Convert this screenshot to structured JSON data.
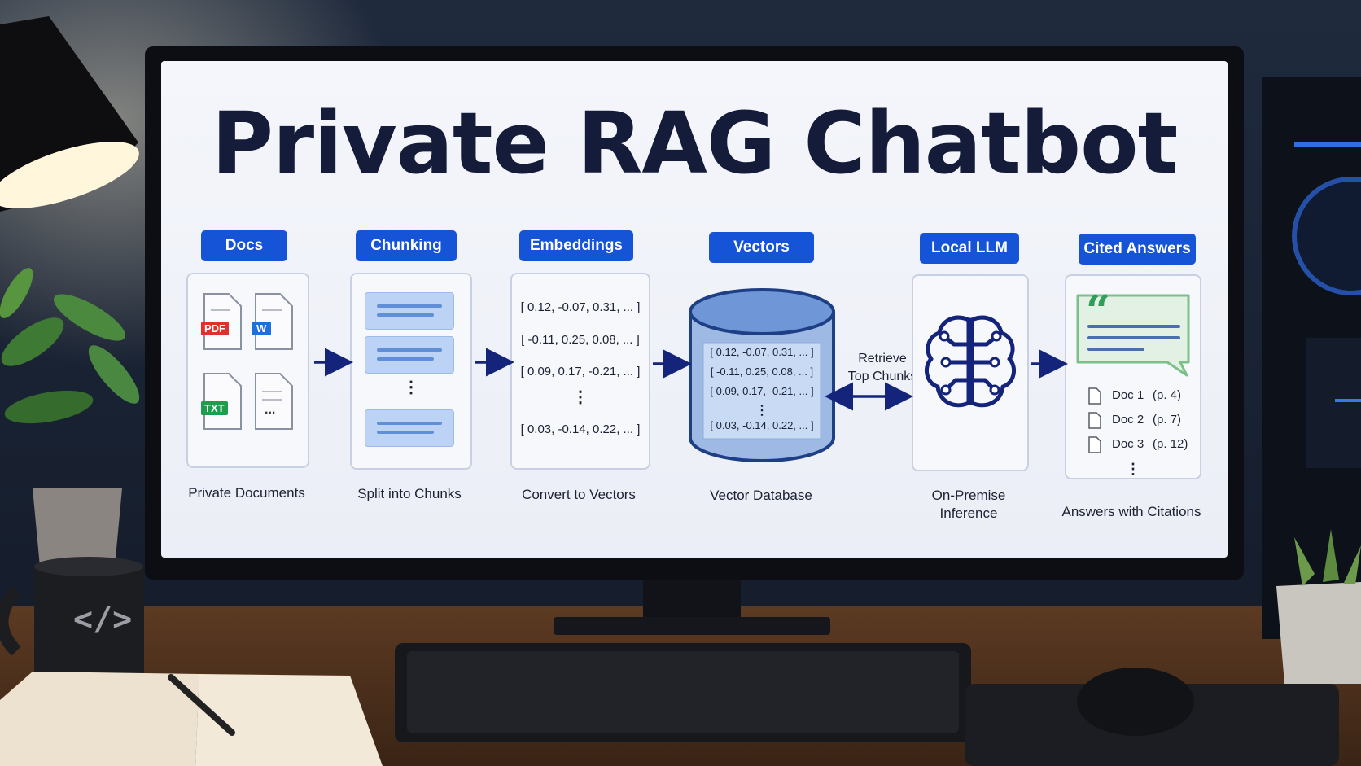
{
  "title": "Private RAG Chatbot",
  "stages": [
    {
      "label": "Docs",
      "caption": "Private Documents"
    },
    {
      "label": "Chunking",
      "caption": "Split into Chunks"
    },
    {
      "label": "Embeddings",
      "caption": "Convert to Vectors"
    },
    {
      "label": "Vectors",
      "caption": "Vector Database"
    },
    {
      "label": "Local LLM",
      "caption_line1": "On-Premise",
      "caption_line2": "Inference"
    },
    {
      "label": "Cited Answers",
      "caption": "Answers with Citations"
    }
  ],
  "doc_badges": {
    "pdf": "PDF",
    "word": "W",
    "txt": "TXT",
    "more": "..."
  },
  "embeddings": [
    "[ 0.12, -0.07, 0.31, ... ]",
    "[ -0.11, 0.25, 0.08, ... ]",
    "[ 0.09, 0.17, -0.21, ... ]",
    "[ 0.03, -0.14, 0.22, ... ]"
  ],
  "vdots": "⋮",
  "retrieve_line1": "Retrieve",
  "retrieve_line2": "Top Chunks",
  "quote_mark": "“",
  "citations": [
    {
      "doc": "Doc 1",
      "page": "(p. 4)"
    },
    {
      "doc": "Doc 2",
      "page": "(p. 7)"
    },
    {
      "doc": "Doc 3",
      "page": "(p. 12)"
    }
  ],
  "mug_symbol": "</>",
  "colors": {
    "accent": "#1554d6",
    "title": "#141c3a",
    "arrow": "#14247a",
    "quote": "#2f9e5a"
  }
}
